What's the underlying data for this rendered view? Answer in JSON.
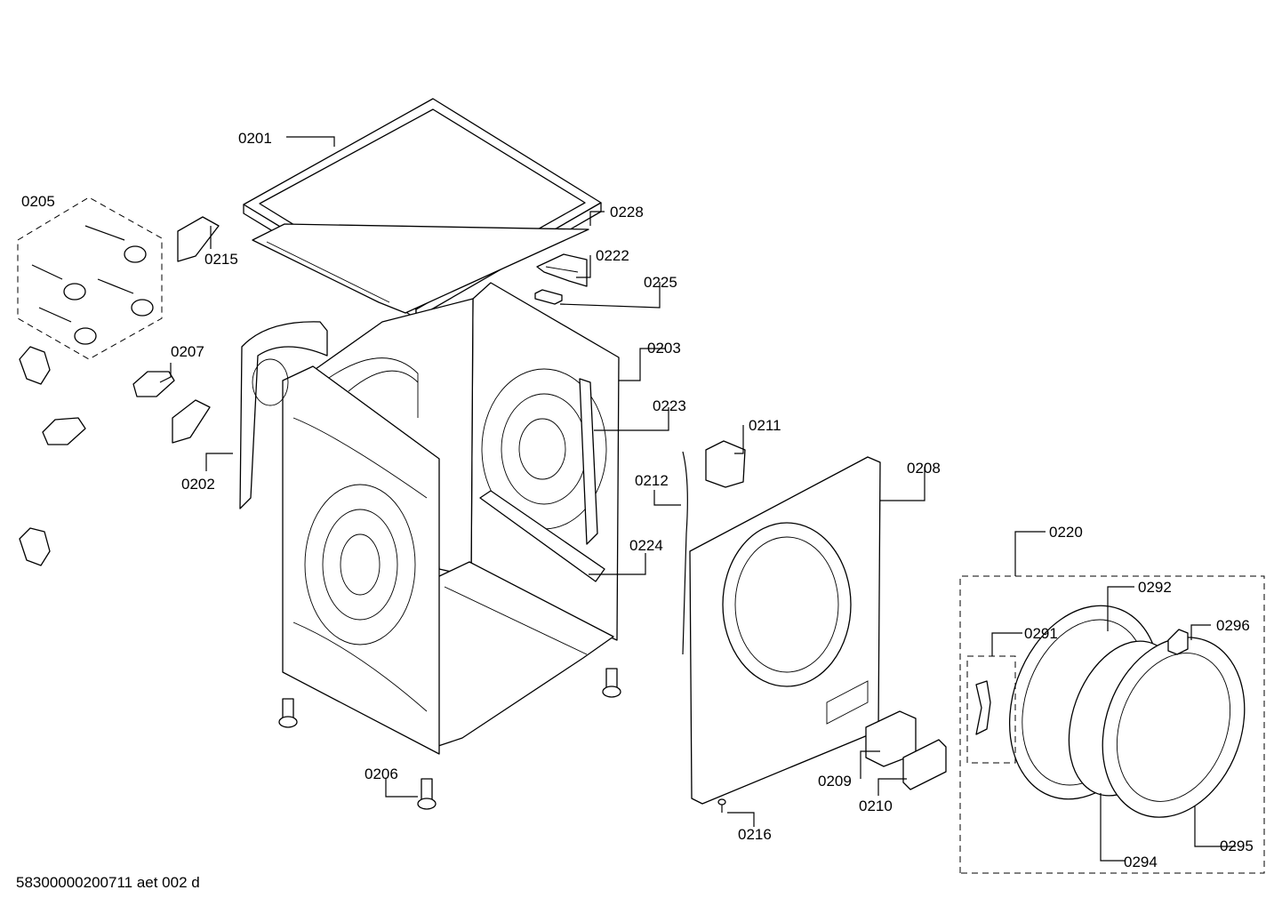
{
  "footer": {
    "drawing_id": "58300000200711 aet 002 d"
  },
  "callouts": [
    {
      "label": "0201"
    },
    {
      "label": "0205"
    },
    {
      "label": "0215"
    },
    {
      "label": "0228"
    },
    {
      "label": "0222"
    },
    {
      "label": "0225"
    },
    {
      "label": "0207"
    },
    {
      "label": "0203"
    },
    {
      "label": "0223"
    },
    {
      "label": "0211"
    },
    {
      "label": "0202"
    },
    {
      "label": "0212"
    },
    {
      "label": "0208"
    },
    {
      "label": "0224"
    },
    {
      "label": "0220"
    },
    {
      "label": "0292"
    },
    {
      "label": "0291"
    },
    {
      "label": "0296"
    },
    {
      "label": "0209"
    },
    {
      "label": "0206"
    },
    {
      "label": "0210"
    },
    {
      "label": "0216"
    },
    {
      "label": "0294"
    },
    {
      "label": "0295"
    }
  ]
}
